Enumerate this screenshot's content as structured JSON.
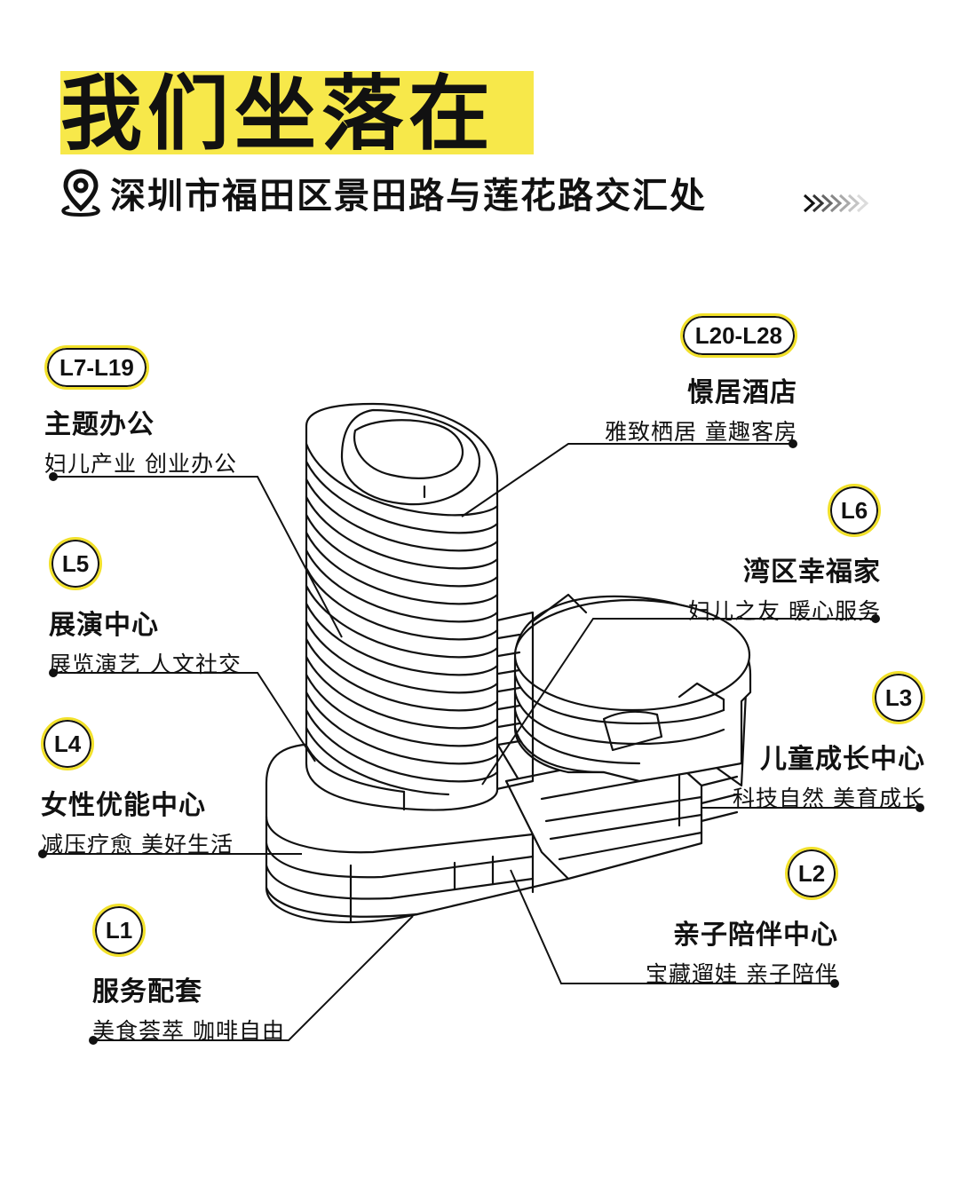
{
  "header": {
    "title": "我们坐落在",
    "address": "深圳市福田区景田路与莲花路交汇处",
    "accent_color": "#f7e84a",
    "icons": [
      "location-pin-icon",
      "chevron-double-right-icon"
    ]
  },
  "labels": {
    "l7_l19": {
      "floor": "L7-L19",
      "title": "主题办公",
      "desc": "妇儿产业  创业办公"
    },
    "l20_l28": {
      "floor": "L20-L28",
      "title": "憬居酒店",
      "desc": "雅致栖居 童趣客房"
    },
    "l6": {
      "floor": "L6",
      "title": "湾区幸福家",
      "desc": "妇儿之友  暖心服务"
    },
    "l5": {
      "floor": "L5",
      "title": "展演中心",
      "desc": "展览演艺  人文社交"
    },
    "l3": {
      "floor": "L3",
      "title": "儿童成长中心",
      "desc": "科技自然 美育成长"
    },
    "l4": {
      "floor": "L4",
      "title": "女性优能中心",
      "desc": "减压疗愈  美好生活"
    },
    "l2": {
      "floor": "L2",
      "title": "亲子陪伴中心",
      "desc": "宝藏遛娃 亲子陪伴"
    },
    "l1": {
      "floor": "L1",
      "title": "服务配套",
      "desc": "美食荟萃 咖啡自由"
    }
  }
}
